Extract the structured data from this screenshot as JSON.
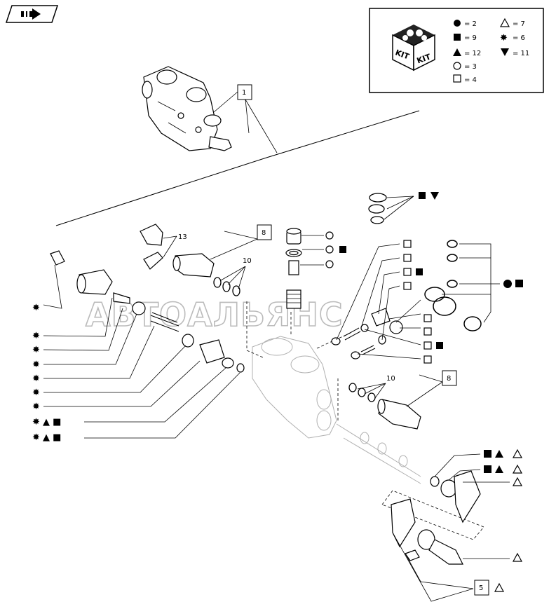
{
  "header_icon": "forward-hand-icon",
  "kit_legend": {
    "kit_box_text": [
      "KIT",
      "KIT"
    ],
    "entries": [
      {
        "symbol": "●",
        "icon": "filled-circle-icon",
        "value": "= 2"
      },
      {
        "symbol": "△",
        "icon": "open-triangle-icon",
        "value": "= 7"
      },
      {
        "symbol": "■",
        "icon": "filled-square-icon",
        "value": "= 9"
      },
      {
        "symbol": "✸",
        "icon": "star-icon",
        "value": "= 6"
      },
      {
        "symbol": "▲",
        "icon": "filled-triangle-icon",
        "value": "= 12"
      },
      {
        "symbol": "▼",
        "icon": "filled-down-triangle-icon",
        "value": "= 11"
      },
      {
        "symbol": "○",
        "icon": "open-circle-icon",
        "value": "= 3"
      },
      {
        "symbol": "□",
        "icon": "open-square-icon",
        "value": "= 4"
      }
    ]
  },
  "callouts": {
    "item_1": "1",
    "item_13": "13",
    "item_8_top": "8",
    "item_10_top": "10",
    "item_10_right": "10",
    "item_8_right": "8",
    "item_5": "5"
  },
  "watermark": "АВТОАЛЬЯНС",
  "symbol_groups": {
    "top_oring": "■ ▼",
    "circle_1": "○",
    "circle_2": "○ ■",
    "circle_3": "○",
    "sq_1": "□",
    "sq_2": "□",
    "sq_3": "□ ■",
    "sq_4": "□",
    "sq_5": "□",
    "sq_6": "□",
    "sq_7": "□ ■",
    "sq_8": "□",
    "ring_group": "● ■",
    "right_1": "■ ▲ △",
    "right_2": "■ ▲ △",
    "right_3": "△",
    "right_4": "△",
    "item5_sym": "△",
    "left_1": "✸",
    "left_2": "✸",
    "left_3": "✸",
    "left_4": "✸",
    "left_5": "✸",
    "left_6": "✸",
    "left_7": "✸",
    "left_8": "✸ ▲ ■",
    "left_9": "✸ ▲ ■"
  }
}
